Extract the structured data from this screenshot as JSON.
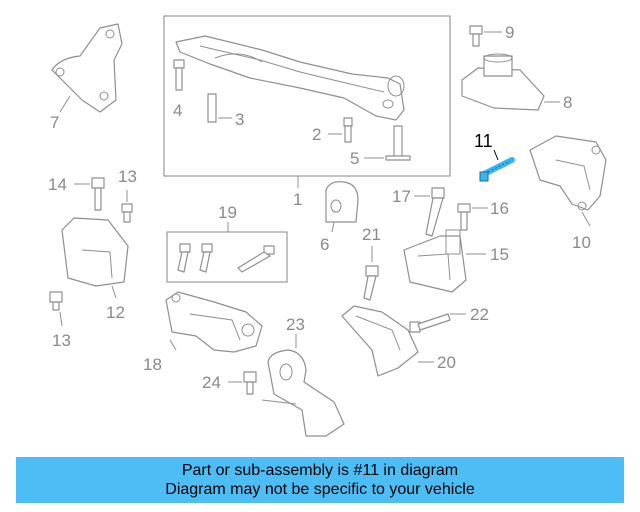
{
  "colors": {
    "banner_bg": "#4dbdf5",
    "highlight_part": "#35b6f2",
    "line_gray": "#8f8f8f",
    "label_gray": "#8a8a8a"
  },
  "callouts": {
    "c1": "1",
    "c2": "2",
    "c3": "3",
    "c4": "4",
    "c5": "5",
    "c6": "6",
    "c7": "7",
    "c8": "8",
    "c9": "9",
    "c10": "10",
    "c11": "11",
    "c12": "12",
    "c13a": "13",
    "c13b": "13",
    "c14": "14",
    "c15": "15",
    "c16": "16",
    "c17": "17",
    "c18": "18",
    "c19": "19",
    "c20": "20",
    "c21": "21",
    "c22": "22",
    "c23": "23",
    "c24": "24"
  },
  "banner": {
    "line1": "Part or sub-assembly is #11 in diagram",
    "line2": "Diagram may not be specific to your vehicle"
  }
}
